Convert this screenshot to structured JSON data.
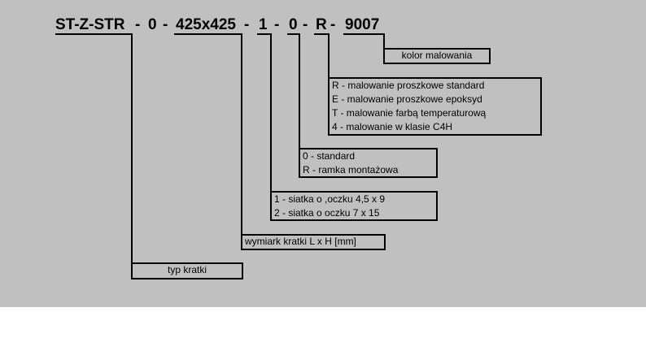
{
  "code": {
    "part1": "ST-Z-STR",
    "sep1": "-",
    "part2": "0",
    "sep2": "-",
    "part3": "425x425",
    "sep3": "-",
    "part4": "1",
    "sep4": "-",
    "part5": "0",
    "sep5": "-",
    "part6": "R",
    "sep6": "-",
    "part7": "9007"
  },
  "legend": {
    "color": {
      "lines": [
        "kolor malowania"
      ]
    },
    "coating": {
      "lines": [
        "R - malowanie proszkowe standard",
        "E - malowanie proszkowe epoksyd",
        "T - malowanie farbą temperaturową",
        "4 - malowanie w klasie C4H"
      ]
    },
    "frame": {
      "lines": [
        "0 - standard",
        "R - ramka montażowa"
      ]
    },
    "mesh": {
      "lines": [
        "1 - siatka o ,oczku 4,5 x 9",
        "2 - siatka o oczku 7 x 15"
      ]
    },
    "size": {
      "lines": [
        "wymiark kratki L x H [mm]"
      ]
    },
    "type": {
      "lines": [
        "typ kratki"
      ]
    }
  }
}
